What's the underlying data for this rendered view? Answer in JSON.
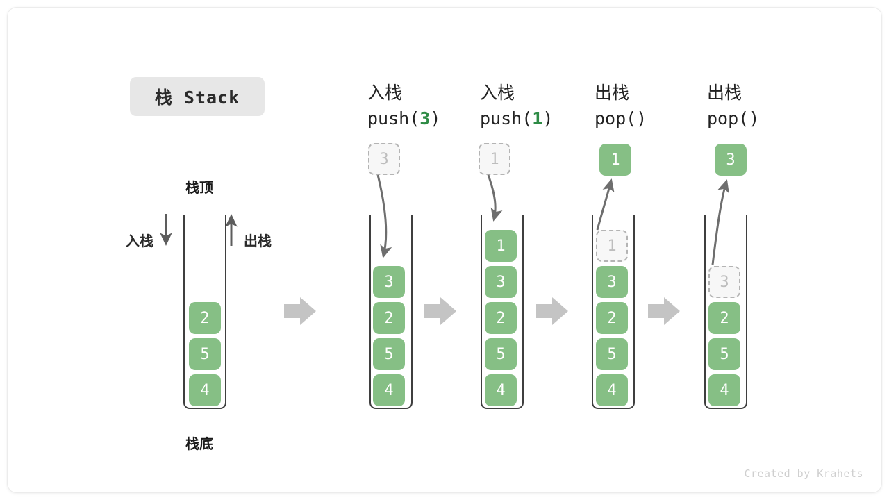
{
  "title": {
    "text": "栈 Stack"
  },
  "watermark": {
    "text": "Created by Krahets"
  },
  "legend": {
    "top_label": "栈顶",
    "bottom_label": "栈底",
    "push_label": "入栈",
    "pop_label": "出栈"
  },
  "step_arrow_icon": "right-arrow-icon",
  "columns": [
    {
      "id": "initial",
      "header_cn": "",
      "header_code": "",
      "header_arg": "",
      "stack": [
        "2",
        "5",
        "4"
      ],
      "ghost": null,
      "floating": null,
      "direction": null
    },
    {
      "id": "push-3",
      "header_cn": "入栈",
      "header_code_prefix": "push(",
      "header_arg": "3",
      "header_code_suffix": ")",
      "stack": [
        "3",
        "2",
        "5",
        "4"
      ],
      "ghost": {
        "value": "3",
        "position": "above"
      },
      "floating": null,
      "direction": "in"
    },
    {
      "id": "push-1",
      "header_cn": "入栈",
      "header_code_prefix": "push(",
      "header_arg": "1",
      "header_code_suffix": ")",
      "stack": [
        "1",
        "3",
        "2",
        "5",
        "4"
      ],
      "ghost": {
        "value": "1",
        "position": "above"
      },
      "floating": null,
      "direction": "in"
    },
    {
      "id": "pop-1",
      "header_cn": "出栈",
      "header_code_prefix": "pop(",
      "header_arg": "",
      "header_code_suffix": ")",
      "stack": [
        "3",
        "2",
        "5",
        "4"
      ],
      "ghost": {
        "value": "1",
        "position": "in-stack-top"
      },
      "floating": {
        "value": "1"
      },
      "direction": "out"
    },
    {
      "id": "pop-3",
      "header_cn": "出栈",
      "header_code_prefix": "pop(",
      "header_arg": "",
      "header_code_suffix": ")",
      "stack": [
        "2",
        "5",
        "4"
      ],
      "ghost": {
        "value": "3",
        "position": "in-stack-top"
      },
      "floating": {
        "value": "3"
      },
      "direction": "out"
    }
  ],
  "colors": {
    "element_green": "#86bf85",
    "accent_green_text": "#2e8b45",
    "ghost_border": "#b4b4b4",
    "tube_stroke": "#3f3f3f",
    "step_arrow": "#c4c4c4",
    "badge_bg": "#e7e7e7"
  }
}
